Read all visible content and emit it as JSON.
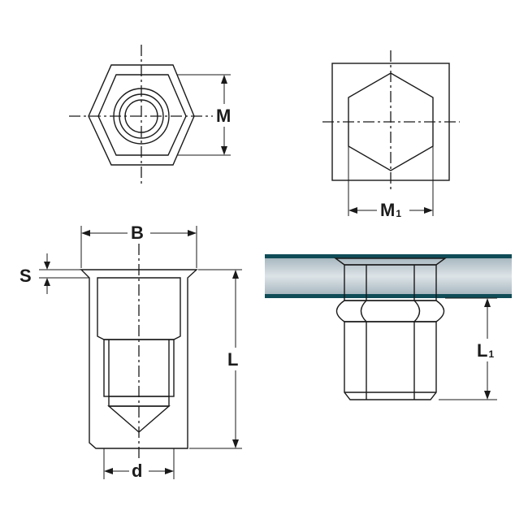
{
  "labels": {
    "M": "M",
    "M1": "M",
    "M1_sub": "1",
    "B": "B",
    "S": "S",
    "L": "L",
    "d": "d",
    "L1": "L",
    "L1_sub": "1"
  },
  "colors": {
    "light_blue": "#cfe6f3",
    "blue_gray": "#9fb7c6",
    "steel_gray": "#b9c3c9",
    "dark_gray": "#8f989d",
    "plate_teal": "#0f4c57",
    "line": "#1a1a1a"
  }
}
